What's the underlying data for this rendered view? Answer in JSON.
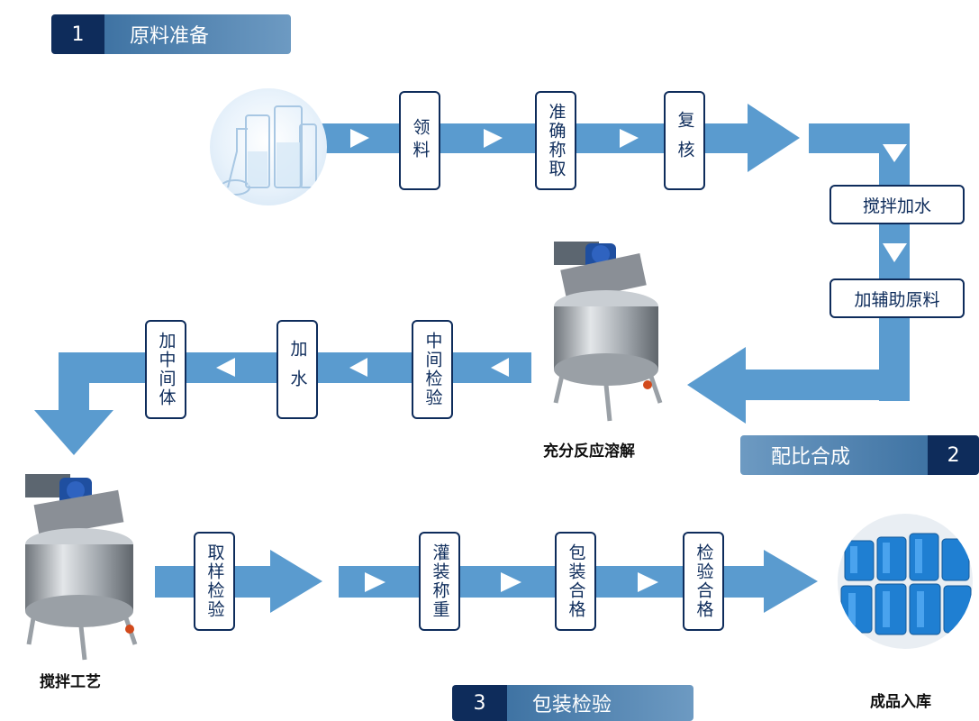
{
  "sections": {
    "s1": {
      "num": "1",
      "title": "原料准备"
    },
    "s2": {
      "num": "2",
      "title": "配比合成"
    },
    "s3": {
      "num": "3",
      "title": "包装检验"
    }
  },
  "steps": {
    "lingliao": "领料",
    "zhunque": "准确称取",
    "fuhe": "复核",
    "jiaoban_jiashui": "搅拌加水",
    "jia_fuzhu": "加辅助原料",
    "zhongjian_jianyan": "中间检验",
    "jiashui": "加水",
    "jia_zhongjianti": "加中间体",
    "quyang": "取样检验",
    "guanzhuang": "灌装称重",
    "baozhuang": "包装合格",
    "jianyan": "检验合格"
  },
  "captions": {
    "dissolve": "充分反应溶解",
    "stir": "搅拌工艺",
    "finished": "成品入库"
  },
  "colors": {
    "flow": "#5a9bcf",
    "dark_navy": "#0e2c5b",
    "header_light": "#5b8bb8"
  },
  "icons": {
    "glassware": "lab-glassware-photo",
    "tank": "mixing-tank-photo",
    "jerrycans": "blue-jerrycans-photo"
  }
}
